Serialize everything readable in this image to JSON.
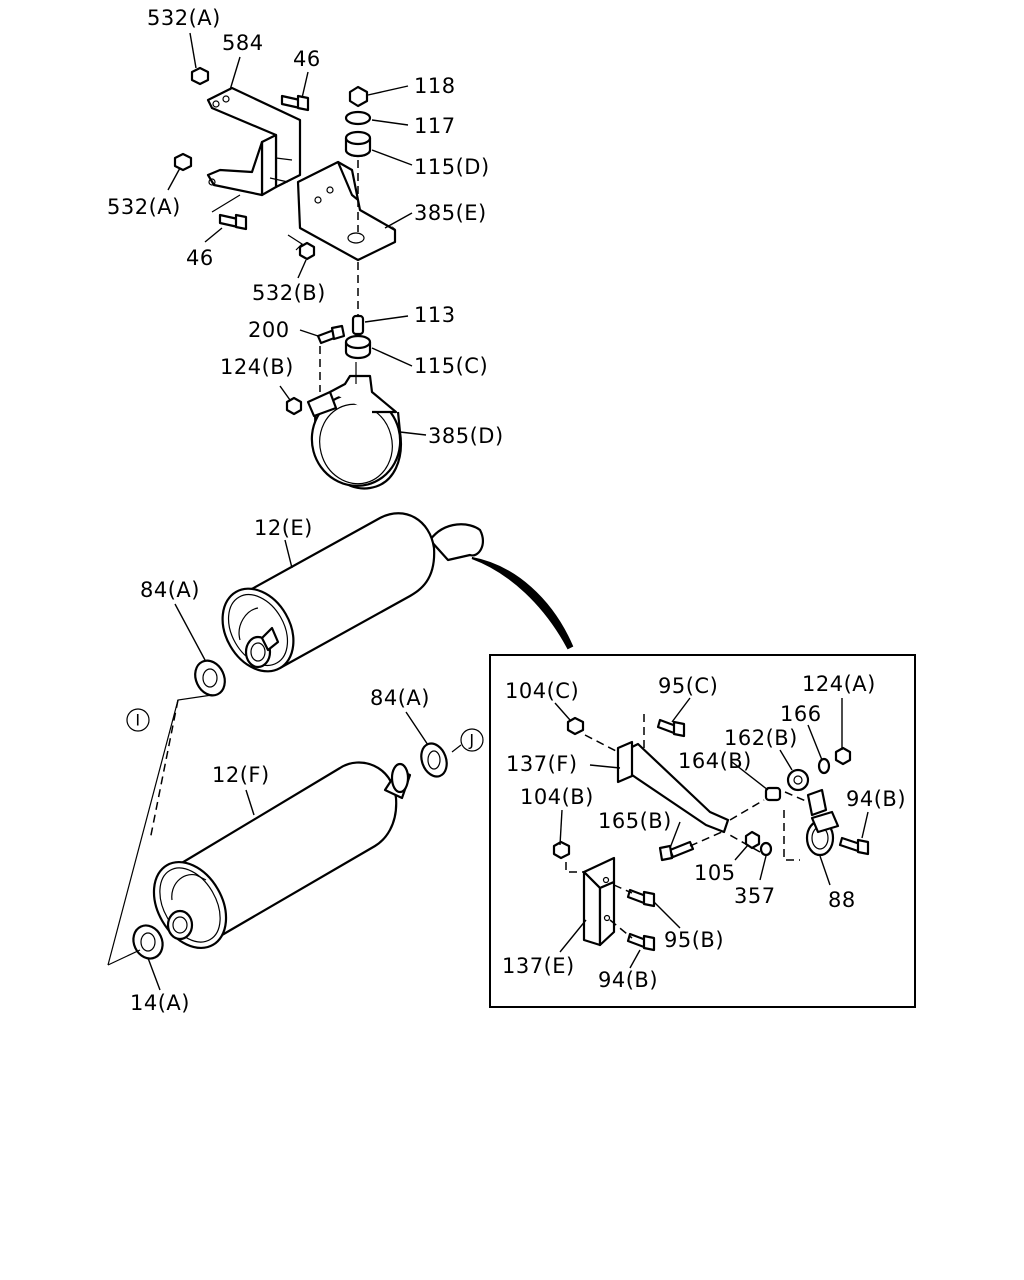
{
  "diagram": {
    "labels": {
      "l_532a_top": "532(A)",
      "l_584": "584",
      "l_46_top": "46",
      "l_118": "118",
      "l_117": "117",
      "l_115d": "115(D)",
      "l_532a_left": "532(A)",
      "l_385e": "385(E)",
      "l_46_mid": "46",
      "l_532b": "532(B)",
      "l_200": "200",
      "l_113": "113",
      "l_124b": "124(B)",
      "l_115c": "115(C)",
      "l_385d": "385(D)",
      "l_12e": "12(E)",
      "l_84a_left": "84(A)",
      "l_12f": "12(F)",
      "l_84a_right": "84(A)",
      "l_14a": "14(A)",
      "l_104c": "104(C)",
      "l_95c": "95(C)",
      "l_124a": "124(A)",
      "l_166": "166",
      "l_162b": "162(B)",
      "l_137f": "137(F)",
      "l_164b": "164(B)",
      "l_104b": "104(B)",
      "l_165b": "165(B)",
      "l_94b_right": "94(B)",
      "l_105": "105",
      "l_357": "357",
      "l_88": "88",
      "l_95b": "95(B)",
      "l_137e": "137(E)",
      "l_94b_bottom": "94(B)"
    },
    "callouts": {
      "i": "I",
      "j": "J"
    }
  }
}
